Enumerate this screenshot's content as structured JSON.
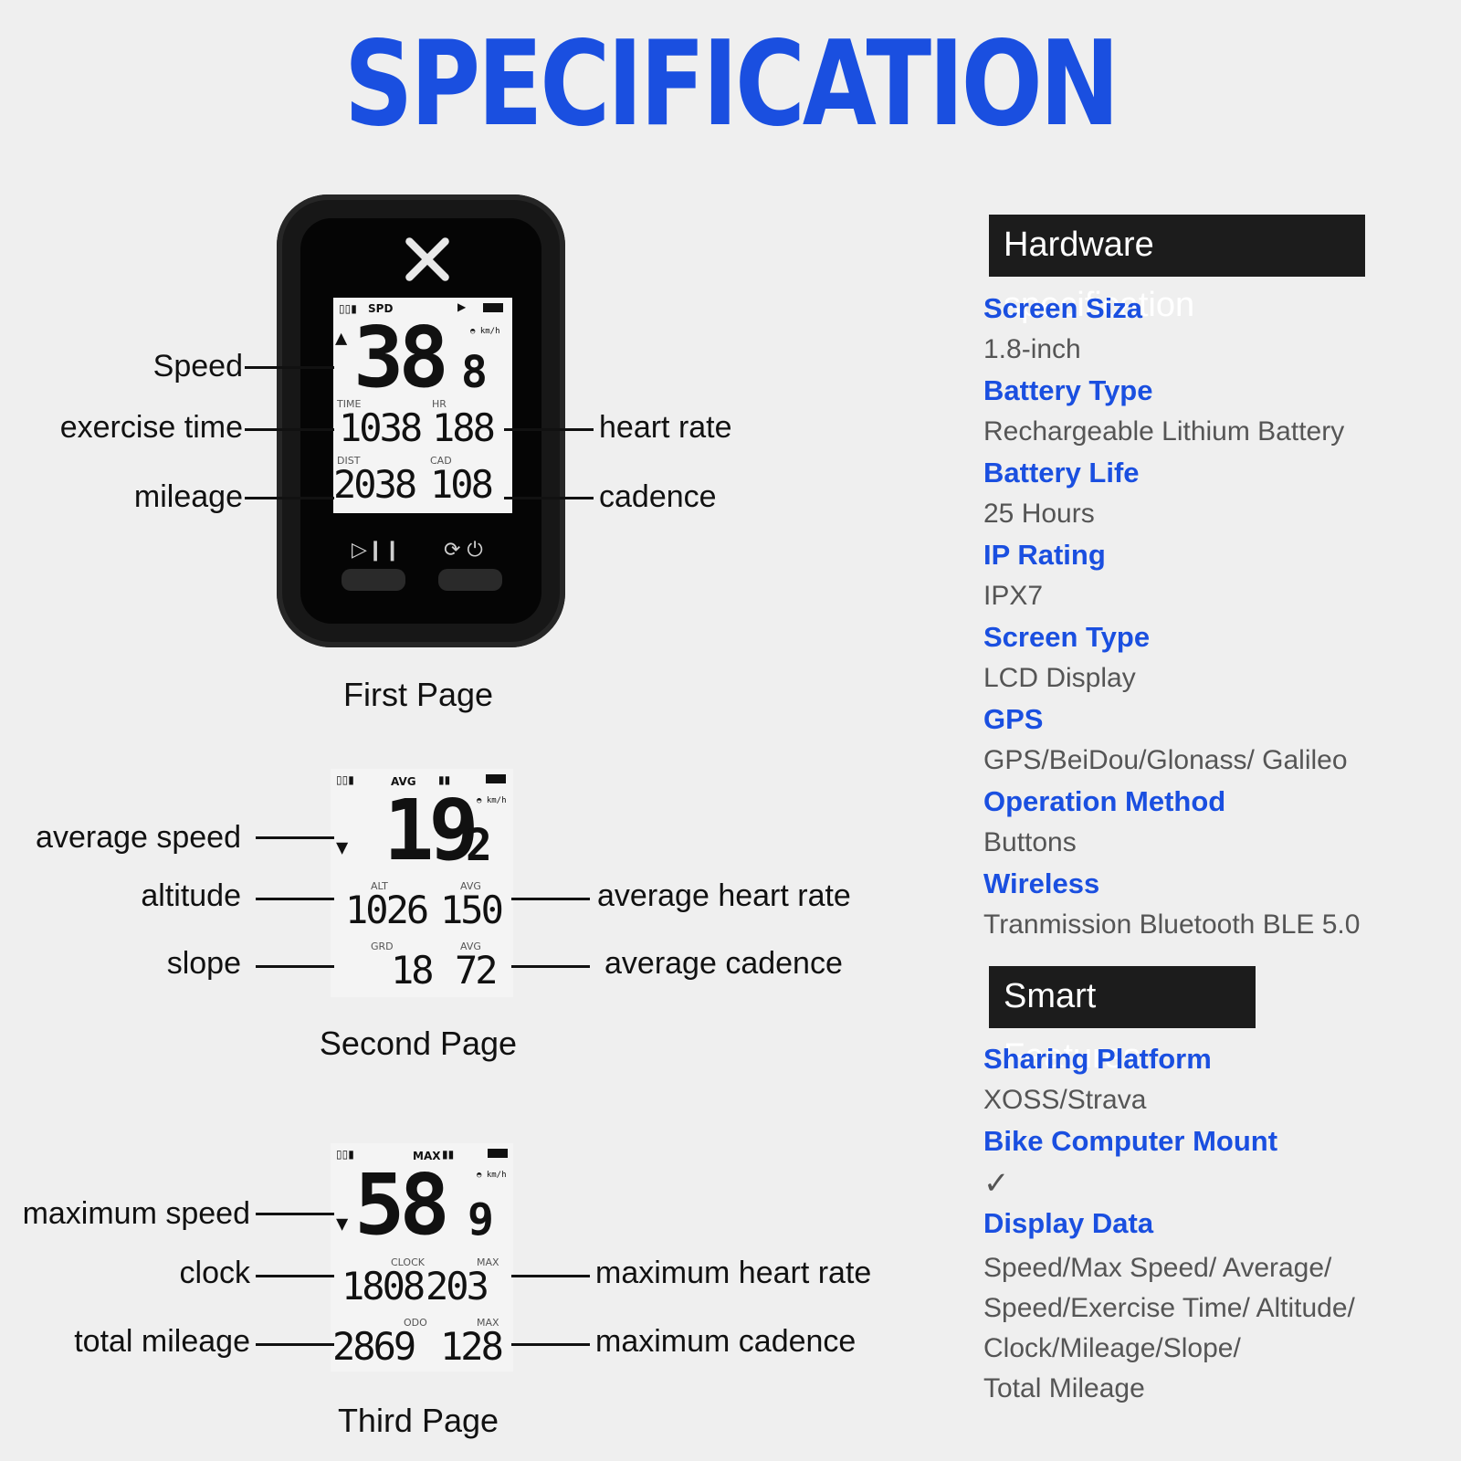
{
  "title": "SPECIFICATION",
  "pages": {
    "first": {
      "caption": "First Page",
      "labels": {
        "speed": "Speed",
        "exercise_time": "exercise time",
        "mileage": "mileage",
        "heart_rate": "heart rate",
        "cadence": "cadence"
      },
      "lcd": {
        "status": "SPD",
        "speed": "38",
        "speed_dec": "8",
        "time_label": "TIME",
        "time": "1038",
        "hr_label": "HR",
        "hr": "188",
        "dist_label": "DIST",
        "dist": "2038",
        "cad_label": "CAD",
        "cad": "108"
      }
    },
    "second": {
      "caption": "Second Page",
      "labels": {
        "average_speed": "average speed",
        "altitude": "altitude",
        "slope": "slope",
        "average_heart_rate": "average heart rate",
        "average_cadence": "average cadence"
      },
      "lcd": {
        "status": "AVG",
        "speed": "19",
        "speed_dec": "2",
        "alt_label": "ALT",
        "alt": "1026",
        "avg_label": "AVG",
        "avg_hr": "150",
        "grd_label": "GRD",
        "grd": "18",
        "avg_cad_label": "AVG",
        "avg_cad": "72"
      }
    },
    "third": {
      "caption": "Third Page",
      "labels": {
        "maximum_speed": "maximum speed",
        "clock": "clock",
        "total_mileage": "total mileage",
        "maximum_heart_rate": "maximum heart rate",
        "maximum_cadence": "maximum cadence"
      },
      "lcd": {
        "status": "MAX",
        "speed": "58",
        "speed_dec": "9",
        "clock_label": "CLOCK",
        "clock": "1808",
        "max_label": "MAX",
        "max_hr": "203",
        "odo_label": "ODO",
        "odo": "2869",
        "max_cad_label": "MAX",
        "max_cad": "128"
      }
    }
  },
  "hardware": {
    "header": "Hardware specification",
    "items": [
      {
        "label": "Screen Siza",
        "value": "1.8-inch"
      },
      {
        "label": "Battery Type",
        "value": "Rechargeable Lithium Battery"
      },
      {
        "label": "Battery Life",
        "value": "25 Hours"
      },
      {
        "label": "IP Rating",
        "value": "IPX7"
      },
      {
        "label": "Screen Type",
        "value": "LCD Display"
      },
      {
        "label": "GPS",
        "value": "GPS/BeiDou/Glonass/ Galileo"
      },
      {
        "label": "Operation Method",
        "value": "Buttons"
      },
      {
        "label": "Wireless",
        "value": "Tranmission Bluetooth BLE 5.0"
      }
    ]
  },
  "smart": {
    "header": "Smart Features",
    "items": [
      {
        "label": "Sharing Platform",
        "value": "XOSS/Strava"
      },
      {
        "label": "Bike Computer Mount",
        "value": "✓"
      },
      {
        "label": "Display Data",
        "lines": [
          "Speed/Max Speed/ Average/",
          "Speed/Exercise Time/ Altitude/",
          "Clock/Mileage/Slope/",
          "Total Mileage"
        ]
      }
    ]
  },
  "colors": {
    "accent": "#1a4fe0",
    "background": "#efefef",
    "header_box": "#1c1c1c"
  }
}
